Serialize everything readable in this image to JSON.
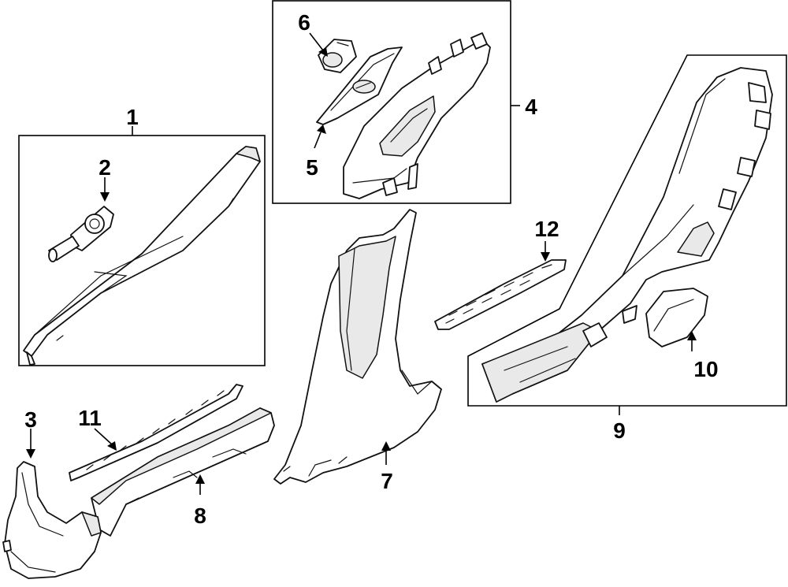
{
  "callouts": [
    {
      "id": "1",
      "text": "1"
    },
    {
      "id": "2",
      "text": "2"
    },
    {
      "id": "3",
      "text": "3"
    },
    {
      "id": "4",
      "text": "4"
    },
    {
      "id": "5",
      "text": "5"
    },
    {
      "id": "6",
      "text": "6"
    },
    {
      "id": "7",
      "text": "7"
    },
    {
      "id": "8",
      "text": "8"
    },
    {
      "id": "9",
      "text": "9"
    },
    {
      "id": "10",
      "text": "10"
    },
    {
      "id": "11",
      "text": "11"
    },
    {
      "id": "12",
      "text": "12"
    }
  ],
  "colors": {
    "line": "#111111",
    "background": "#ffffff",
    "shade": "#e9e9e9"
  }
}
